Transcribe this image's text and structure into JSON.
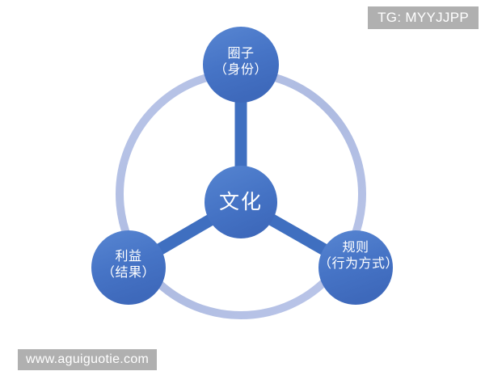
{
  "diagram": {
    "type": "hub-and-spoke-triad",
    "center": {
      "id": "culture",
      "label": "文化"
    },
    "nodes": [
      {
        "id": "circle-identity",
        "position": "top",
        "line1": "圈子",
        "line2": "（身份）"
      },
      {
        "id": "circle-benefit",
        "position": "bottom-left",
        "line1": "利益",
        "line2": "（结果）"
      },
      {
        "id": "circle-rules",
        "position": "bottom-right",
        "line1": "规则",
        "line2": "（行为方式）"
      }
    ],
    "colors": {
      "node_fill": "#4472c4",
      "node_fill_light": "#6c95d8",
      "spoke": "#3f6fc0",
      "ring": "#b4c0e4",
      "ring_shadow": "#a7b5de",
      "background": "#ffffff",
      "label_text": "#ffffff"
    }
  },
  "overlays": {
    "tg_badge": "TG: MYYJJPP",
    "site_watermark": "www.aguiguotie.com",
    "badge_background": "#b0b0b0",
    "badge_text_color": "#ffffff"
  }
}
